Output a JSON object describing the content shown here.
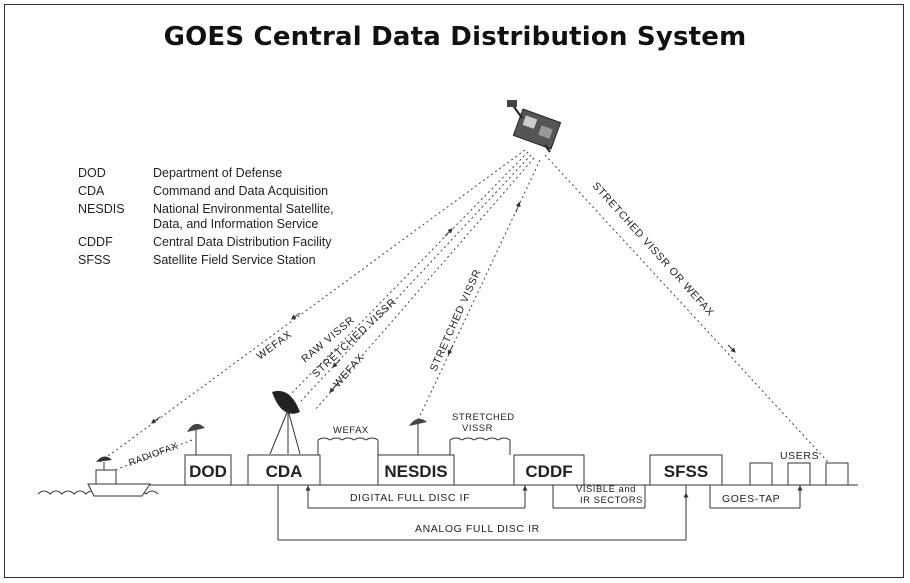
{
  "title": "GOES Central Data Distribution System",
  "legend": [
    {
      "abbr": "DOD",
      "desc": "Department of Defense"
    },
    {
      "abbr": "CDA",
      "desc": "Command and Data Acquisition"
    },
    {
      "abbr": "NESDIS",
      "desc": "National Environmental Satellite, Data, and Information Service"
    },
    {
      "abbr": "CDDF",
      "desc": "Central Data Distribution Facility"
    },
    {
      "abbr": "SFSS",
      "desc": "Satellite Field Service Station"
    }
  ],
  "facilities": {
    "dod": "DOD",
    "cda": "CDA",
    "nesdis": "NESDIS",
    "cddf": "CDDF",
    "sfss": "SFSS",
    "users": "USERS"
  },
  "beams": {
    "wefax_ship": "WEFAX",
    "raw_vissr": "RAW VISSR",
    "stretched_vissr_cda": "STRETCHED VISSR",
    "wefax_cda": "WEFAX",
    "stretched_vissr_nesdis": "STRETCHED VISSR",
    "stretched_vissr_or_wefax": "STRETCHED VISSR OR WEFAX",
    "radiofax": "RADIOFAX"
  },
  "links": {
    "wefax": "WEFAX",
    "stretched_vissr_1": "STRETCHED",
    "stretched_vissr_2": "VISSR",
    "digital_full_disc": "DIGITAL FULL DISC IF",
    "visible_sectors_1": "VISIBLE and",
    "visible_sectors_2": "IR SECTORS",
    "goes_tap": "GOES-TAP",
    "analog_full_disc": "ANALOG FULL DISC IR"
  }
}
